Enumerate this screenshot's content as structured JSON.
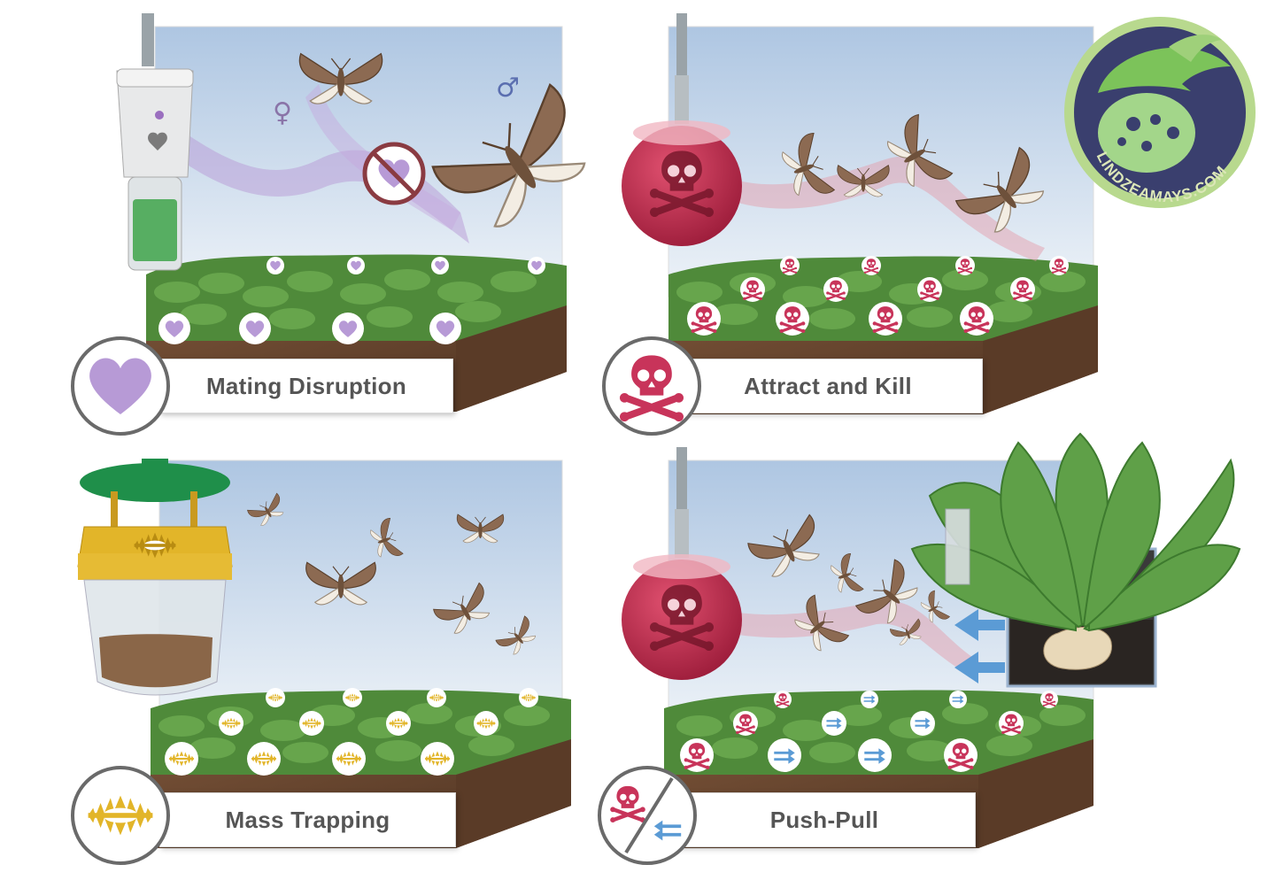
{
  "panels": {
    "mating": {
      "label": "Mating Disruption",
      "female_symbol": "♀",
      "male_symbol": "♂"
    },
    "attract": {
      "label": "Attract and Kill"
    },
    "mass": {
      "label": "Mass Trapping"
    },
    "pushpull": {
      "label": "Push-Pull"
    }
  },
  "logo": {
    "text": "LINDZEAMAYS.COM"
  },
  "colors": {
    "sky_top": "#b8cde4",
    "sky_bottom": "#e8eef5",
    "plants": "#4f8a3a",
    "soil": "#6b4a33",
    "heart": "#b79ad6",
    "skull_red": "#c8345a",
    "trap_yellow": "#e2b529",
    "push_blue": "#5b9bd5",
    "badge_border": "#6a6a6a",
    "logo_bg": "#3a3f6e",
    "logo_ring": "#b8d98e"
  },
  "icons": {
    "mating": "heart-icon",
    "attract": "skull-crossbones-icon",
    "mass": "trap-icon",
    "pushpull": "skull-push-arrow-icon"
  }
}
